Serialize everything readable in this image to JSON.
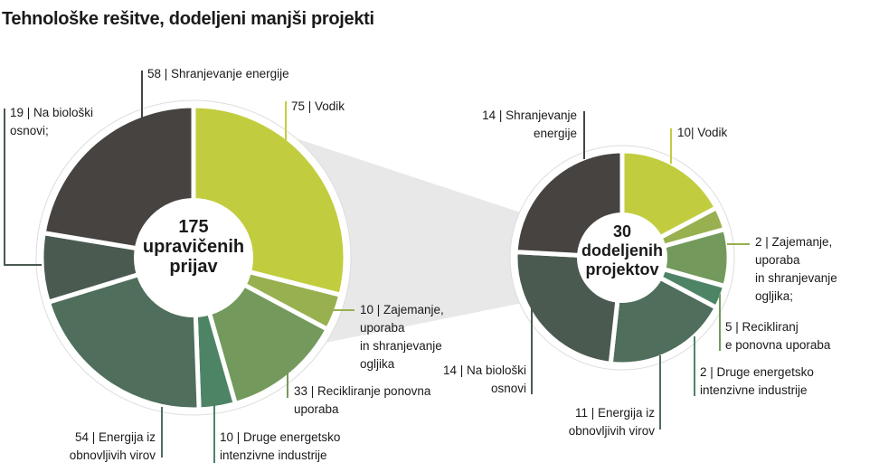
{
  "chart_data": [
    {
      "type": "pie",
      "title": "Tehnološke rešitve, dodeljeni manjši projekti",
      "center_label": [
        "175",
        "upravičenih",
        "prijav"
      ],
      "slices": [
        {
          "name": "Vodik",
          "value": 75,
          "label": "75 | Vodik",
          "color": "#c1cd3e"
        },
        {
          "name": "Zajemanje, uporaba in shranjevanje ogljika",
          "value": 10,
          "label": [
            "10 | Zajemanje,",
            "uporaba",
            "in shranjevanje",
            "ogljika"
          ],
          "color": "#98b04f"
        },
        {
          "name": "Recikliranje ponovna uporaba",
          "value": 33,
          "label": [
            "33 | Recikliranje ponovna",
            "uporaba"
          ],
          "color": "#739a5c"
        },
        {
          "name": "Druge energetsko intenzivne industrije",
          "value": 10,
          "label": [
            "10 | Druge energetsko",
            "intenzivne industrije"
          ],
          "color": "#4e8466"
        },
        {
          "name": "Energija iz obnovljivih virov",
          "value": 54,
          "label": [
            "54 | Energija iz",
            "obnovljivih virov"
          ],
          "color": "#4f6e5c"
        },
        {
          "name": "Na biološki osnovi",
          "value": 19,
          "label": [
            "19 | Na biološki",
            "osnovi;"
          ],
          "color": "#4a5a50"
        },
        {
          "name": "Shranjevanje energije",
          "value": 58,
          "label": "58 | Shranjevanje energije",
          "color": "#474340"
        }
      ]
    },
    {
      "type": "pie",
      "center_label": [
        "30",
        "dodeljenih",
        "projektov"
      ],
      "slices": [
        {
          "name": "Vodik",
          "value": 10,
          "label": "10| Vodik",
          "color": "#c1cd3e"
        },
        {
          "name": "Zajemanje, uporaba in shranjevanje ogljika",
          "value": 2,
          "label": [
            "2 | Zajemanje,",
            "uporaba",
            "in shranjevanje",
            "ogljika;"
          ],
          "color": "#98b04f"
        },
        {
          "name": "Recikliranje ponovna uporaba",
          "value": 5,
          "label": [
            "5 | Recikliranj",
            "e ponovna uporaba"
          ],
          "color": "#739a5c"
        },
        {
          "name": "Druge energetsko intenzivne industrije",
          "value": 2,
          "label": [
            "2 | Druge energetsko",
            "intenzivne industrije"
          ],
          "color": "#4e8466"
        },
        {
          "name": "Energija iz obnovljivih virov",
          "value": 11,
          "label": [
            "11 | Energija iz",
            "obnovljivih virov"
          ],
          "color": "#4f6e5c"
        },
        {
          "name": "Na biološki osnovi",
          "value": 14,
          "label": [
            "14 | Na biološki",
            "osnovi"
          ],
          "color": "#4a5a50"
        },
        {
          "name": "Shranjevanje energije",
          "value": 14,
          "label": [
            "14 | Shranjevanje",
            "energije"
          ],
          "color": "#474340"
        }
      ]
    }
  ]
}
